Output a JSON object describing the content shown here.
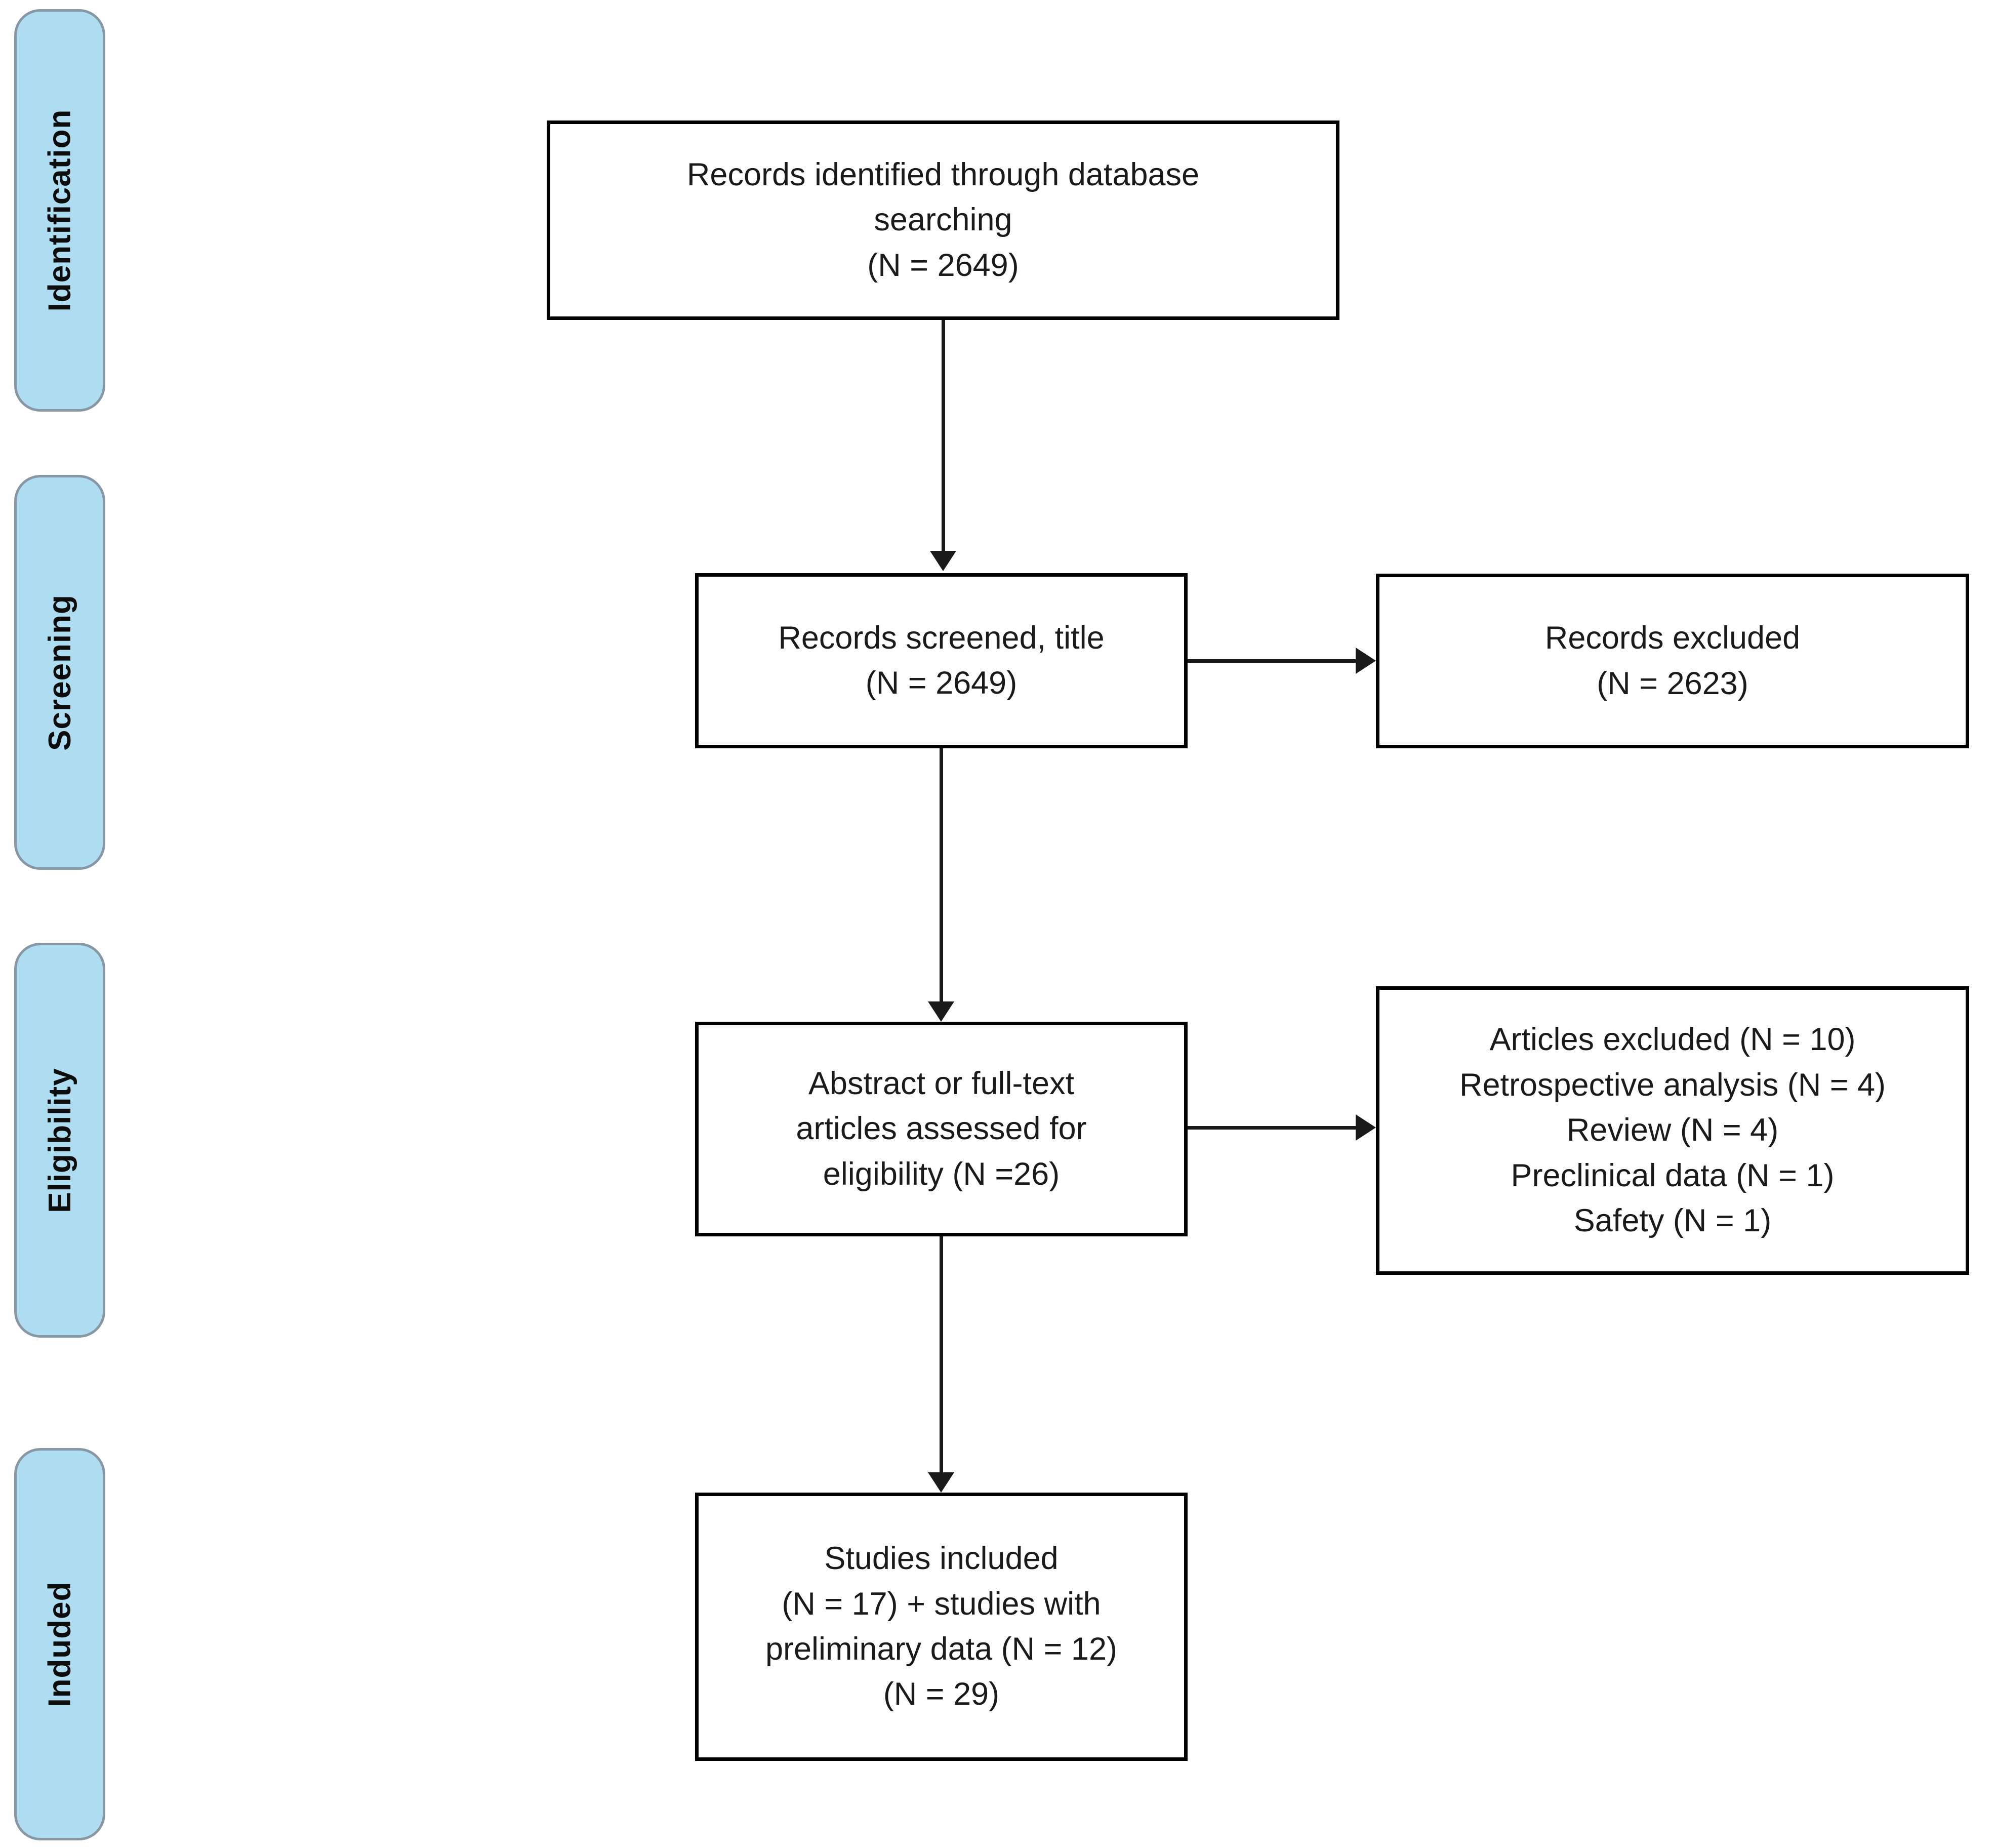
{
  "diagram": {
    "title": "PRISMA study selection flow diagram",
    "colors": {
      "stage_fill": "#AEDDF2",
      "stage_border": "#8797A3",
      "box_border": "#000000",
      "box_fill": "#FFFFFF",
      "connector": "#1A1A1A",
      "background": "#FFFFFF"
    },
    "stages": [
      {
        "id": "identification",
        "label": "Identification"
      },
      {
        "id": "screening",
        "label": "Screening"
      },
      {
        "id": "eligibility",
        "label": "Eligibility"
      },
      {
        "id": "included",
        "label": "Induded"
      }
    ],
    "boxes": {
      "records_identified": {
        "text": "Records identified through database\nsearching\n(N = 2649)",
        "count": 2649
      },
      "records_screened": {
        "text": "Records screened, title\n(N = 2649)",
        "count": 2649
      },
      "records_excluded": {
        "text": "Records excluded\n(N = 2623)",
        "count": 2623
      },
      "articles_assessed": {
        "text": "Abstract or full-text\narticles assessed for\neligibility (N =26)",
        "count": 26
      },
      "articles_excluded": {
        "text": "Articles excluded (N = 10)\nRetrospective analysis (N = 4)\nReview (N = 4)\nPreclinical data (N = 1)\nSafety (N = 1)",
        "count": 10,
        "reasons": [
          {
            "label": "Retrospective analysis",
            "count": 4
          },
          {
            "label": "Review",
            "count": 4
          },
          {
            "label": "Preclinical data",
            "count": 1
          },
          {
            "label": "Safety",
            "count": 1
          }
        ]
      },
      "studies_included": {
        "text": "Studies included\n(N = 17) + studies with\npreliminary data (N = 12)\n(N = 29)",
        "count": 29,
        "primary": 17,
        "preliminary": 12
      }
    }
  }
}
